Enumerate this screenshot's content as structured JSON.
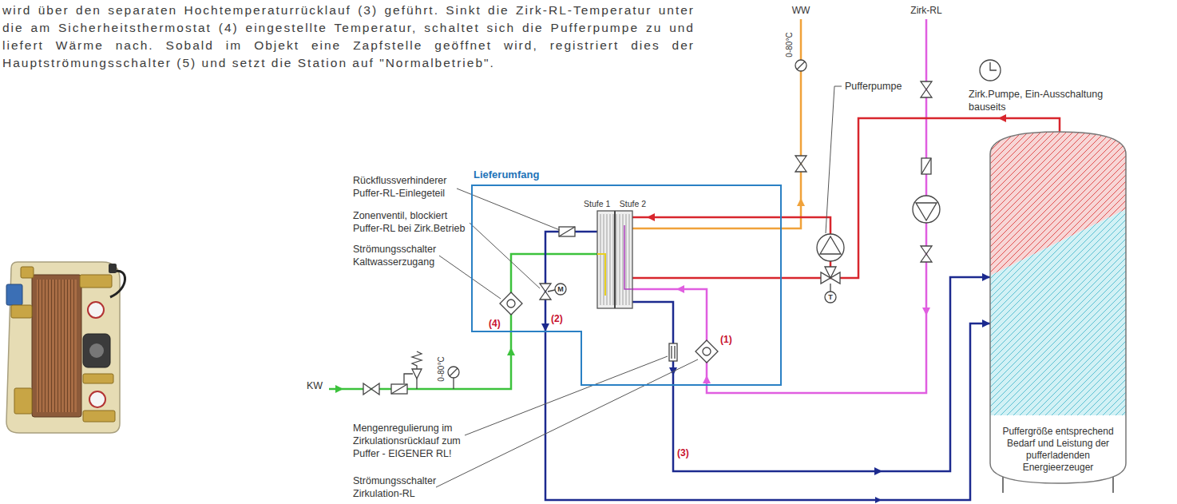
{
  "diagram": {
    "nodes": [
      {
        "text": [
          "Lieferumfang"
        ]
      },
      {
        "text": [
          "Stufe 1",
          "Stufe 2"
        ],
        "in": 0
      },
      {
        "text": [
          "Puffergröße entsprechend Bedarf und Leistung der pufferladenden Energieerzeuger"
        ]
      }
    ],
    "edges": [
      {
        "from": 2,
        "to": 1,
        "arrow": "to"
      },
      {
        "from": 1,
        "to": 2,
        "arrow": "to"
      },
      {
        "from": 1,
        "to": 2,
        "arrow": "to"
      }
    ],
    "labels": [
      "wird über den separaten Hochtemperaturrücklauf (3) geführt. Sinkt die Zirk-RL-Temperatur unter die am Sicherheitsthermostat (4) eingestellte Temperatur, schaltet sich die Pufferpumpe zu und liefert Wärme nach. Sobald im Objekt eine Zapfstelle geöffnet wird, registriert dies der Hauptströmungsschalter (5) und setzt die Station auf \"Normalbetrieb\".",
      "WW",
      "Zirk-RL",
      "0-80°C",
      "Pufferpumpe",
      "Zirk.Pumpe, Ein-Ausschaltung bauseits",
      "Rückflussverhinderer Puffer-RL-Einlegeteil",
      "Zonenventil, blockiert Puffer-RL bei Zirk.Betrieb",
      "Strömungsschalter Kaltwasserzugang",
      "M",
      "(4)",
      "(2)",
      "T",
      "(1)",
      "KW",
      "0-80°C",
      "Mengenregulierung im Zirkulationsrücklauf zum Puffer - EIGENER RL!",
      "Strömungsschalter Zirkulation-RL",
      "(3)"
    ]
  }
}
